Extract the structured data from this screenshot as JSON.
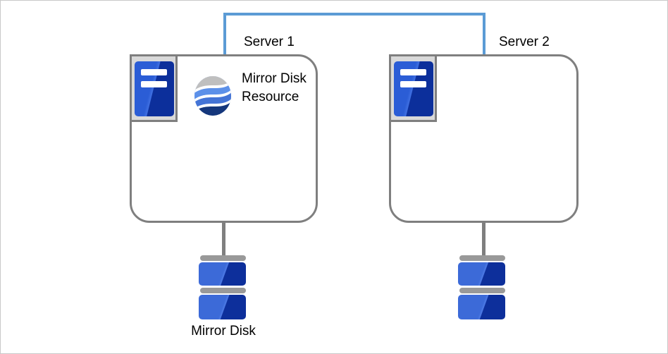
{
  "diagram": {
    "servers": [
      {
        "label": "Server 1"
      },
      {
        "label": "Server 2"
      }
    ],
    "resource_label": "Mirror Disk Resource",
    "disk_label": "Mirror Disk",
    "colors": {
      "network_link_blue": "#5B9BD5",
      "outline_gray": "#7F7F7F",
      "chip_gray": "#D9D9D9",
      "disk_bar_gray": "#999999",
      "blue_light": "#3C6AD8",
      "blue_dark": "#0C2F9B",
      "orb_gray": "#BFBFBF",
      "orb_blue_light": "#5C90E9",
      "orb_blue_mid": "#4474D6",
      "orb_blue_dark": "#15377C"
    }
  }
}
